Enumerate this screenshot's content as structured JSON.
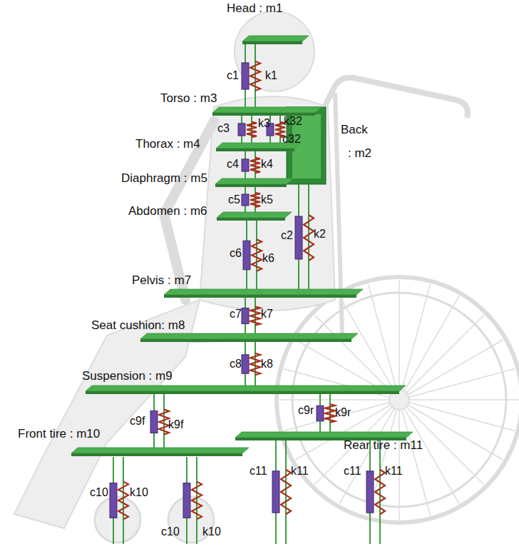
{
  "diagram": {
    "labels": [
      "Head : m1",
      "c1",
      "k1",
      "Torso : m3",
      "c3",
      "k3",
      "k32",
      "c32",
      "Back",
      ": m2",
      "Thorax : m4",
      "c4",
      "k4",
      "Diaphragm : m5",
      "c5",
      "k5",
      "Abdomen : m6",
      "c2",
      "k2",
      "c6",
      "k6",
      "Pelvis : m7",
      "c7",
      "k7",
      "Seat cushion: m8",
      "c8",
      "k8",
      "Suspension : m9",
      "c9f",
      "k9f",
      "c9r",
      "k9r",
      "Front tire : m10",
      "Rear tire : m11",
      "c10",
      "k10",
      "c10",
      "k10",
      "c11",
      "k11",
      "c11",
      "k11"
    ]
  }
}
